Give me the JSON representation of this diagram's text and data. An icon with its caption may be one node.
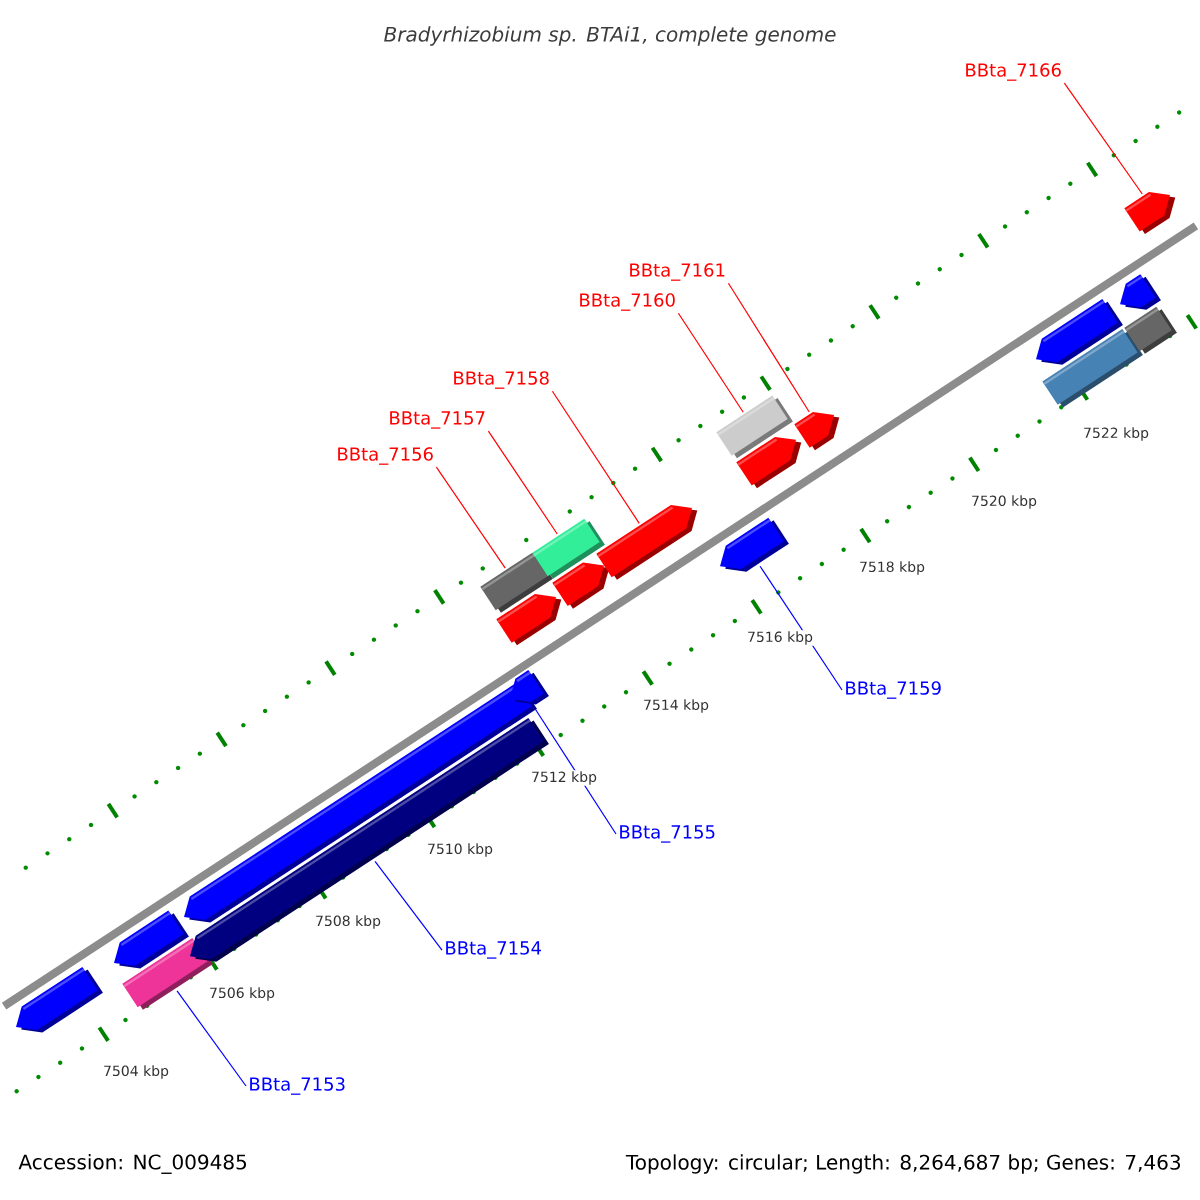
{
  "diagram": {
    "title": "Bradyrhizobium sp. BTAi1, complete genome",
    "nodes": [
      {
        "text": [
          "BBta_7166"
        ]
      },
      {
        "text": [
          "BBta_7161"
        ]
      },
      {
        "text": [
          "BBta_7160"
        ]
      },
      {
        "text": [
          "BBta_7158"
        ]
      },
      {
        "text": [
          "BBta_7157"
        ]
      },
      {
        "text": [
          "BBta_7156"
        ]
      },
      {
        "text": [
          "BBta_7159"
        ]
      },
      {
        "text": [
          "BBta_7155"
        ]
      },
      {
        "text": [
          "BBta_7154"
        ]
      },
      {
        "text": [
          "BBta_7153"
        ]
      },
      {
        "text": [],
        "shape": "arrow"
      },
      {
        "text": [],
        "shape": "arrow"
      },
      {
        "text": [],
        "shape": "box"
      },
      {
        "text": [],
        "shape": "arrow"
      },
      {
        "text": [],
        "shape": "arrow"
      },
      {
        "text": [],
        "shape": "box"
      },
      {
        "text": [],
        "shape": "arrow"
      },
      {
        "text": [],
        "shape": "arrow"
      },
      {
        "text": [],
        "shape": "box"
      },
      {
        "text": [],
        "shape": "arrow"
      },
      {
        "text": [],
        "shape": "arrow"
      },
      {
        "text": [],
        "shape": "arrow"
      },
      {
        "text": [],
        "shape": "box"
      },
      {
        "text": [],
        "shape": "arrow"
      },
      {
        "text": [],
        "shape": "arrow"
      },
      {
        "text": [],
        "shape": "arrow"
      },
      {
        "text": [],
        "shape": "box"
      },
      {
        "text": [],
        "shape": "arrow"
      },
      {
        "text": [],
        "shape": "box"
      },
      {
        "text": [],
        "shape": "arrow"
      }
    ],
    "edges": [
      {
        "from": 0,
        "to": 29,
        "arrow": "none"
      },
      {
        "from": 1,
        "to": 24,
        "arrow": "none"
      },
      {
        "from": 2,
        "to": 22,
        "arrow": "none"
      },
      {
        "from": 3,
        "to": 20,
        "arrow": "none"
      },
      {
        "from": 4,
        "to": 18,
        "arrow": "none"
      },
      {
        "from": 5,
        "to": 15,
        "arrow": "none"
      },
      {
        "from": 6,
        "to": 21,
        "arrow": "none",
        "color": "#0000ff"
      },
      {
        "from": 7,
        "to": 17,
        "arrow": "none",
        "color": "#0000ff"
      },
      {
        "from": 8,
        "to": 14,
        "arrow": "none",
        "color": "#0000ff"
      },
      {
        "from": 9,
        "to": 12,
        "arrow": "none",
        "color": "#0000ff"
      }
    ],
    "labels": [
      "7522 kbp",
      "7520 kbp",
      "7518 kbp",
      "7516 kbp",
      "7514 kbp",
      "7512 kbp",
      "7510 kbp",
      "7508 kbp",
      "7506 kbp",
      "7504 kbp",
      "Accession: NC_009485",
      "Topology: circular; Length: 8,264,687 bp; Genes: 7,463"
    ]
  }
}
